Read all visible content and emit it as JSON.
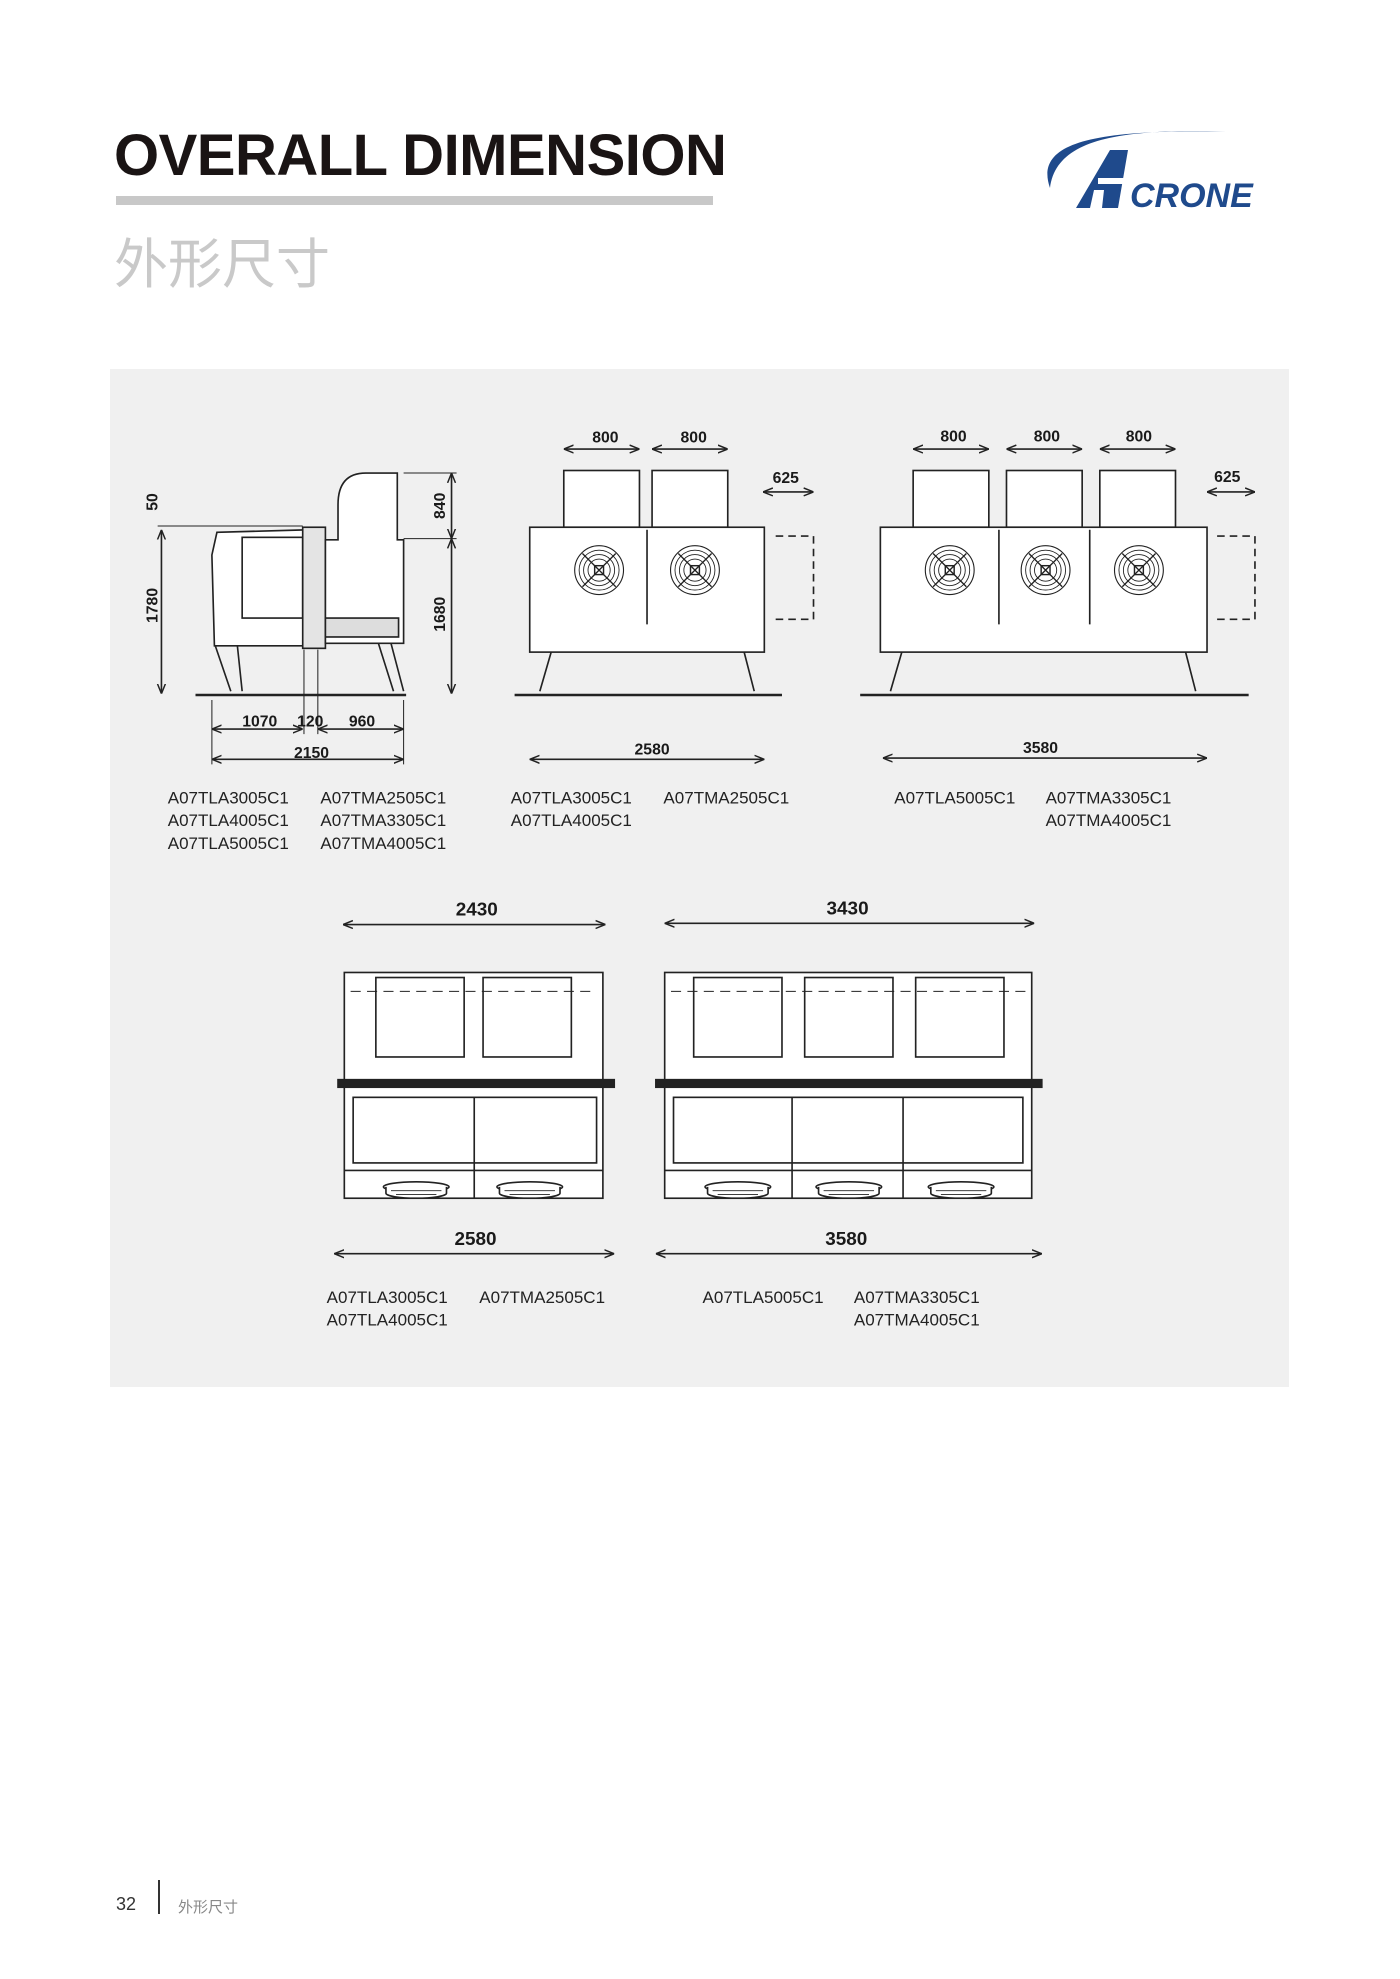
{
  "header": {
    "title": "OVERALL DIMENSION",
    "subtitle": "外形尺寸",
    "logo_text": "CRONE",
    "logo_color": "#1f4a8c"
  },
  "side_view": {
    "dims": {
      "top_offset": "50",
      "height_total": "1780",
      "duct_height": "840",
      "body_height": "1680",
      "left_width": "1070",
      "mid_width": "120",
      "right_width": "960",
      "total_width": "2150"
    },
    "models": [
      "A07TLA3005C1",
      "A07TMA2505C1",
      "A07TLA4005C1",
      "A07TMA3305C1",
      "A07TLA5005C1",
      "A07TMA4005C1"
    ]
  },
  "front_view_2": {
    "dims": {
      "outlet_1": "800",
      "outlet_2": "800",
      "clearance": "625",
      "width": "2580"
    },
    "models": [
      "A07TLA3005C1",
      "A07TMA2505C1",
      "A07TLA4005C1"
    ]
  },
  "front_view_3": {
    "dims": {
      "outlet_1": "800",
      "outlet_2": "800",
      "outlet_3": "800",
      "clearance": "625",
      "width": "3580"
    },
    "models": [
      "A07TLA5005C1",
      "A07TMA3305C1",
      "A07TMA4005C1"
    ]
  },
  "top_view_2": {
    "dims": {
      "top_width": "2430",
      "base_width": "2580"
    },
    "models": [
      "A07TLA3005C1",
      "A07TMA2505C1",
      "A07TLA4005C1"
    ]
  },
  "top_view_3": {
    "dims": {
      "top_width": "3430",
      "base_width": "3580"
    },
    "models": [
      "A07TLA5005C1",
      "A07TMA3305C1",
      "A07TMA4005C1"
    ]
  },
  "footer": {
    "page_number": "32",
    "section": "外形尺寸"
  }
}
